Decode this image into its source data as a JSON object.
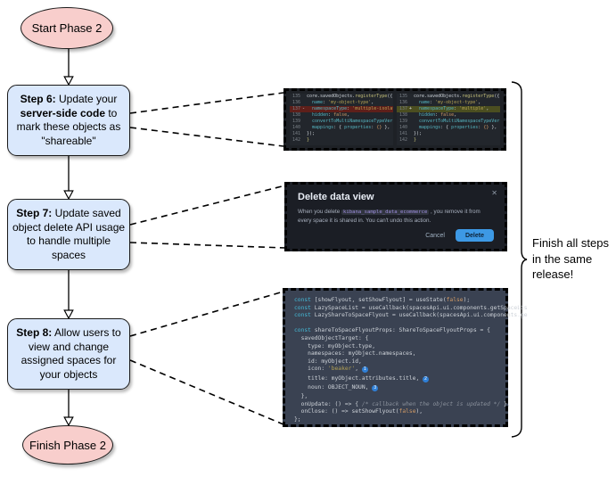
{
  "diagram": {
    "start_label": "Start Phase 2",
    "finish_label": "Finish Phase 2",
    "steps": [
      {
        "segments": [
          {
            "text": "Step 6:",
            "bold": true
          },
          {
            "text": " Update your ",
            "bold": false
          },
          {
            "text": "server-side code",
            "bold": true
          },
          {
            "text": " to mark these objects as \"shareable\"",
            "bold": false
          }
        ]
      },
      {
        "segments": [
          {
            "text": "Step 7:",
            "bold": true
          },
          {
            "text": " Update saved object delete API usage to handle multiple spaces",
            "bold": false
          }
        ]
      },
      {
        "segments": [
          {
            "text": "Step 8:",
            "bold": true
          },
          {
            "text": " Allow users to view and change assigned spaces for your objects",
            "bold": false
          }
        ]
      }
    ],
    "brace_note": "Finish all steps\nin the same\nrelease!"
  },
  "diff_panel": {
    "columns": [
      {
        "lines": [
          {
            "num": "135",
            "sign": "",
            "tokens": [
              [
                "plain",
                "core.savedObjects."
              ],
              [
                "fn",
                "registerType"
              ],
              [
                "plain",
                "({"
              ]
            ]
          },
          {
            "num": "136",
            "sign": "",
            "tokens": [
              [
                "plain",
                "  "
              ],
              [
                "key",
                "name"
              ],
              [
                "plain",
                ": "
              ],
              [
                "str",
                "'my-object-type'"
              ],
              [
                "plain",
                ","
              ]
            ]
          },
          {
            "num": "137",
            "sign": "-",
            "mark": "removed",
            "tokens": [
              [
                "plain",
                "  "
              ],
              [
                "key",
                "namespaceType"
              ],
              [
                "plain",
                ": "
              ],
              [
                "str",
                "'multiple-isolated'"
              ],
              [
                "plain",
                ","
              ]
            ]
          },
          {
            "num": "138",
            "sign": "",
            "tokens": [
              [
                "plain",
                "  "
              ],
              [
                "key",
                "hidden"
              ],
              [
                "plain",
                ": "
              ],
              [
                "bool",
                "false"
              ],
              [
                "plain",
                ","
              ]
            ]
          },
          {
            "num": "139",
            "sign": "",
            "tokens": [
              [
                "plain",
                "  "
              ],
              [
                "key",
                "convertToMultiNamespaceTypeVersion"
              ],
              [
                "plain",
                ": "
              ],
              [
                "str",
                "'"
              ]
            ]
          },
          {
            "num": "140",
            "sign": "",
            "tokens": [
              [
                "plain",
                "  "
              ],
              [
                "key",
                "mappings"
              ],
              [
                "plain",
                ": { "
              ],
              [
                "key",
                "properties"
              ],
              [
                "plain",
                ": "
              ],
              [
                "bool",
                "{}"
              ],
              [
                "plain",
                " },"
              ]
            ]
          },
          {
            "num": "141",
            "sign": "",
            "tokens": [
              [
                "plain",
                "});"
              ]
            ]
          },
          {
            "num": "142",
            "sign": "",
            "tokens": [
              [
                "fn",
                "}"
              ]
            ]
          }
        ]
      },
      {
        "lines": [
          {
            "num": "135",
            "sign": "",
            "tokens": [
              [
                "plain",
                "core.savedObjects."
              ],
              [
                "fn",
                "registerType"
              ],
              [
                "plain",
                "({"
              ]
            ]
          },
          {
            "num": "136",
            "sign": "",
            "tokens": [
              [
                "plain",
                "  "
              ],
              [
                "key",
                "name"
              ],
              [
                "plain",
                ": "
              ],
              [
                "str",
                "'my-object-type'"
              ],
              [
                "plain",
                ","
              ]
            ]
          },
          {
            "num": "137",
            "sign": "+",
            "mark": "added",
            "tokens": [
              [
                "plain",
                "  "
              ],
              [
                "key",
                "namespaceType"
              ],
              [
                "plain",
                ": "
              ],
              [
                "str",
                "'multiple'"
              ],
              [
                "plain",
                ","
              ]
            ]
          },
          {
            "num": "138",
            "sign": "",
            "tokens": [
              [
                "plain",
                "  "
              ],
              [
                "key",
                "hidden"
              ],
              [
                "plain",
                ": "
              ],
              [
                "bool",
                "false"
              ],
              [
                "plain",
                ","
              ]
            ]
          },
          {
            "num": "139",
            "sign": "",
            "tokens": [
              [
                "plain",
                "  "
              ],
              [
                "key",
                "convertToMultiNamespaceTypeVersion"
              ],
              [
                "plain",
                ": "
              ],
              [
                "str",
                "'"
              ]
            ]
          },
          {
            "num": "140",
            "sign": "",
            "tokens": [
              [
                "plain",
                "  "
              ],
              [
                "key",
                "mappings"
              ],
              [
                "plain",
                ": { "
              ],
              [
                "key",
                "properties"
              ],
              [
                "plain",
                ": "
              ],
              [
                "bool",
                "{}"
              ],
              [
                "plain",
                " },"
              ]
            ]
          },
          {
            "num": "141",
            "sign": "",
            "tokens": [
              [
                "plain",
                "});"
              ]
            ]
          },
          {
            "num": "142",
            "sign": "",
            "tokens": [
              [
                "fn",
                "}"
              ]
            ]
          }
        ]
      }
    ]
  },
  "modal": {
    "title": "Delete data view",
    "close_icon": "✕",
    "body_prefix": "When you delete ",
    "code_chip": "kibana_sample_data_ecommerce",
    "body_suffix": " , you remove it from every space it is shared in. You can't undo this action.",
    "cancel_label": "Cancel",
    "delete_label": "Delete"
  },
  "code_panel": {
    "lines": [
      {
        "tokens": [
          [
            "kw",
            "const"
          ],
          [
            "plain",
            " [showFlyout, setShowFlyout] = useState("
          ],
          [
            "bool",
            "false"
          ],
          [
            "plain",
            ");"
          ]
        ]
      },
      {
        "tokens": [
          [
            "kw",
            "const"
          ],
          [
            "plain",
            " LazySpaceList = useCallback(spacesApi.ui.components.getSpaceLis"
          ]
        ]
      },
      {
        "tokens": [
          [
            "kw",
            "const"
          ],
          [
            "plain",
            " LazyShareToSpaceFlyout = useCallback(spacesApi.ui.components.ge"
          ]
        ]
      },
      {
        "tokens": []
      },
      {
        "tokens": [
          [
            "kw",
            "const"
          ],
          [
            "plain",
            " shareToSpaceFlyoutProps: ShareToSpaceFlyoutProps = {"
          ]
        ]
      },
      {
        "tokens": [
          [
            "plain",
            "  savedObjectTarget: {"
          ]
        ]
      },
      {
        "tokens": [
          [
            "plain",
            "    type: myObject.type,"
          ]
        ]
      },
      {
        "tokens": [
          [
            "plain",
            "    namespaces: myObject.namespaces,"
          ]
        ]
      },
      {
        "tokens": [
          [
            "plain",
            "    id: myObject.id,"
          ]
        ]
      },
      {
        "tokens": [
          [
            "plain",
            "    icon: "
          ],
          [
            "str",
            "'beaker'"
          ],
          [
            "plain",
            ", "
          ]
        ],
        "badge": "1"
      },
      {
        "tokens": [
          [
            "plain",
            "    title: myObject.attributes.title, "
          ]
        ],
        "badge": "2"
      },
      {
        "tokens": [
          [
            "plain",
            "    noun: OBJECT_NOUN, "
          ]
        ],
        "badge": "3"
      },
      {
        "tokens": [
          [
            "plain",
            "  },"
          ]
        ]
      },
      {
        "tokens": [
          [
            "plain",
            "  onUpdate: () => { "
          ],
          [
            "cmt",
            "/* callback when the object is updated */"
          ],
          [
            "plain",
            " },"
          ]
        ]
      },
      {
        "tokens": [
          [
            "plain",
            "  onClose: () => setShowFlyout("
          ],
          [
            "bool",
            "false"
          ],
          [
            "plain",
            "),"
          ]
        ]
      },
      {
        "tokens": [
          [
            "plain",
            "};"
          ]
        ]
      }
    ]
  },
  "accents": {
    "node_pink": "#f8cecc",
    "node_blue": "#dae8fc",
    "diff_removed_bg": "#5e1f1a",
    "diff_added_bg": "#4b4e20",
    "modal_bg": "#1b1e25",
    "delete_button_blue": "#3d99e5",
    "code_panel_bg": "#3a4252",
    "badge_blue": "#2f7fd6"
  }
}
